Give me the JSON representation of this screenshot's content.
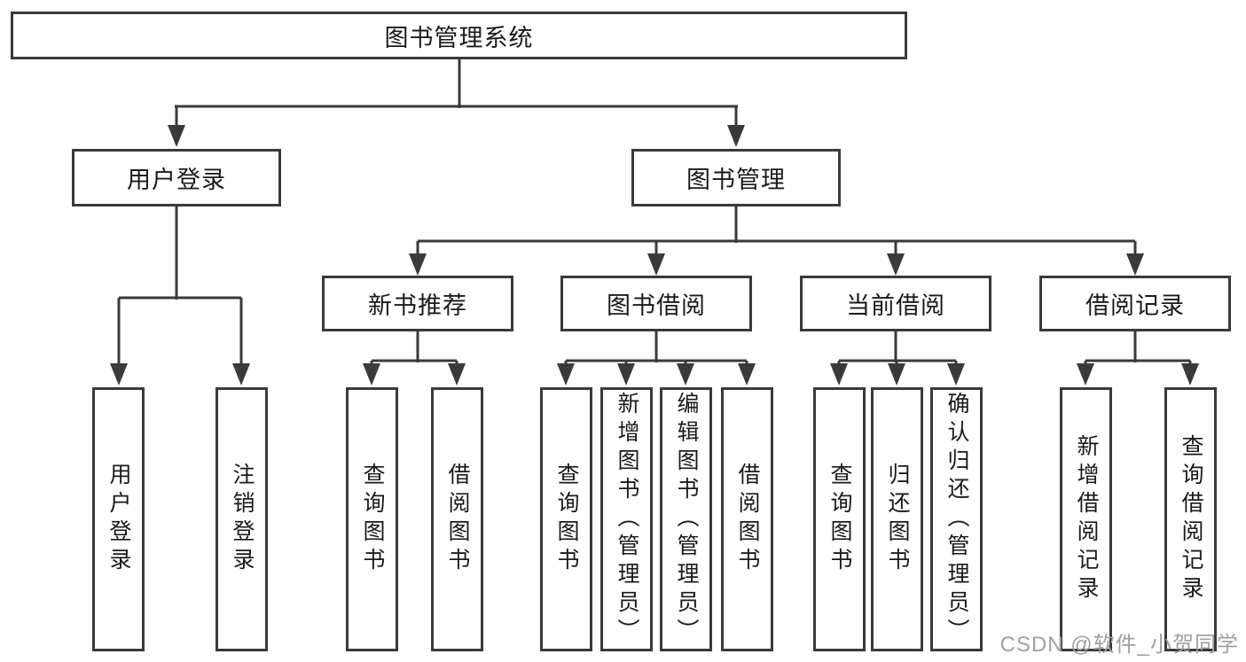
{
  "diagram": {
    "type": "tree",
    "root": {
      "label": "图书管理系统"
    },
    "level2": [
      {
        "label": "用户登录"
      },
      {
        "label": "图书管理"
      }
    ],
    "level3": [
      {
        "label": "新书推荐"
      },
      {
        "label": "图书借阅"
      },
      {
        "label": "当前借阅"
      },
      {
        "label": "借阅记录"
      }
    ],
    "leaves": {
      "user_login": [
        {
          "label": "用户登录"
        },
        {
          "label": "注销登录"
        }
      ],
      "new_book": [
        {
          "label": "查询图书"
        },
        {
          "label": "借阅图书"
        }
      ],
      "book_borrow": [
        {
          "label": "查询图书"
        },
        {
          "label": "新增图书（管理员）"
        },
        {
          "label": "编辑图书（管理员）"
        },
        {
          "label": "借阅图书"
        }
      ],
      "current_borrow": [
        {
          "label": "查询图书"
        },
        {
          "label": "归还图书"
        },
        {
          "label": "确认归还（管理员）"
        }
      ],
      "borrow_records": [
        {
          "label": "新增借阅记录"
        },
        {
          "label": "查询借阅记录"
        }
      ]
    },
    "colors": {
      "line": "#3a3a3a",
      "text": "#1a1a1a",
      "box_background": "#ffffff"
    }
  },
  "watermark": {
    "text": "CSDN @软件_小贺同学",
    "color": "#a0a0a0"
  }
}
